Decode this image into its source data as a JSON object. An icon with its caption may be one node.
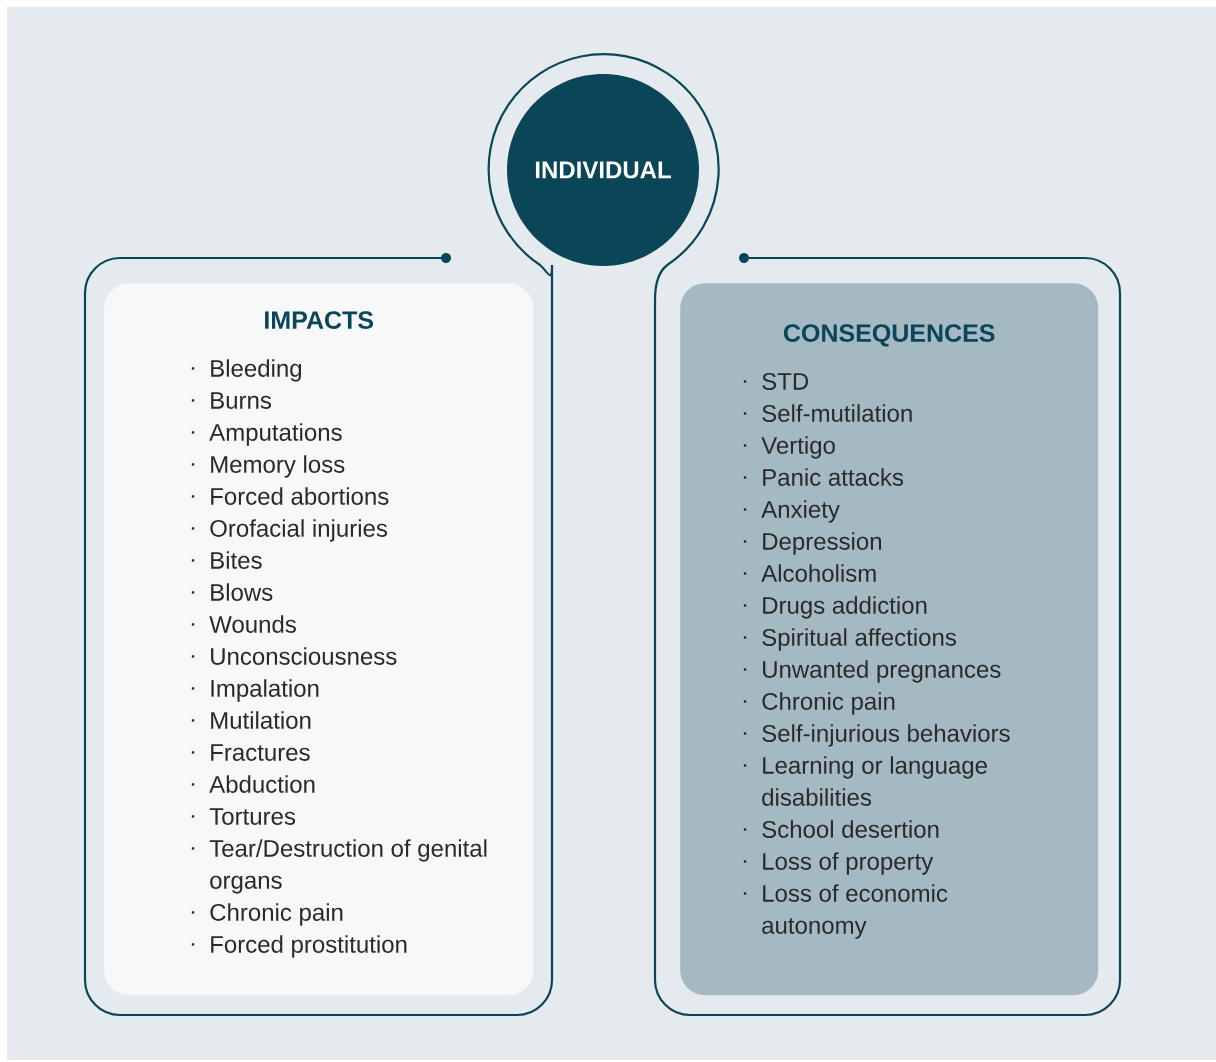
{
  "diagram": {
    "nodes": [
      {
        "text": [
          "INDIVIDUAL"
        ]
      },
      {
        "text": [
          "IMPACTS",
          "Bleeding",
          "Burns",
          "Amputations",
          "Memory loss",
          "Forced abortions",
          "Orofacial injuries",
          "Bites",
          "Blows",
          "Wounds",
          "Unconsciousness",
          "Impalation",
          "Mutilation",
          "Fractures",
          "Abduction",
          "Tortures",
          "Tear/Destruction of genital organs",
          "Chronic pain",
          "Forced prostitution"
        ]
      },
      {
        "text": [
          "CONSEQUENCES",
          "STD",
          "Self-mutilation",
          "Vertigo",
          "Panic attacks",
          "Anxiety",
          "Depression",
          "Alcoholism",
          "Drugs addiction",
          "Spiritual affections",
          "Unwanted pregnances",
          "Chronic pain",
          "Self-injurious behaviors",
          "Learning or language disabilities",
          "School desertion",
          "Loss of property",
          "Loss of economic autonomy"
        ]
      }
    ]
  }
}
